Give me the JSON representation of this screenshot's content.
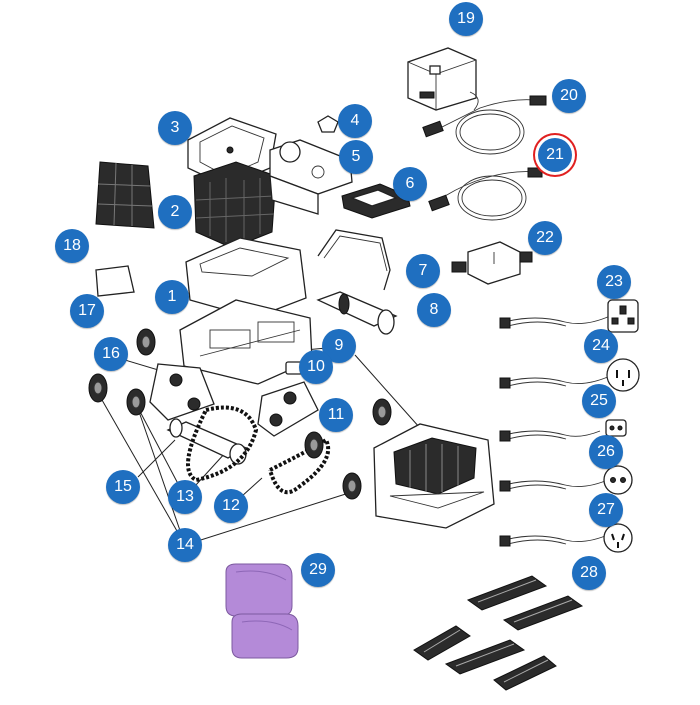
{
  "diagram": {
    "parts": [
      {
        "label": "1"
      },
      {
        "label": "2"
      },
      {
        "label": "3"
      },
      {
        "label": "4"
      },
      {
        "label": "5"
      },
      {
        "label": "6"
      },
      {
        "label": "7"
      },
      {
        "label": "8"
      },
      {
        "label": "9"
      },
      {
        "label": "10"
      },
      {
        "label": "11"
      },
      {
        "label": "12"
      },
      {
        "label": "13"
      },
      {
        "label": "14"
      },
      {
        "label": "15"
      },
      {
        "label": "16"
      },
      {
        "label": "17"
      },
      {
        "label": "18"
      },
      {
        "label": "19"
      },
      {
        "label": "20"
      },
      {
        "label": "21",
        "highlighted": true
      },
      {
        "label": "22"
      },
      {
        "label": "23"
      },
      {
        "label": "24"
      },
      {
        "label": "25"
      },
      {
        "label": "26"
      },
      {
        "label": "27"
      },
      {
        "label": "28"
      },
      {
        "label": "29"
      }
    ],
    "colors": {
      "callout_fill": "#1f6fc0",
      "callout_text": "#ffffff",
      "highlight_ring": "#e02020",
      "part_29_fill": "#b48ad8",
      "line": "#222222"
    }
  }
}
